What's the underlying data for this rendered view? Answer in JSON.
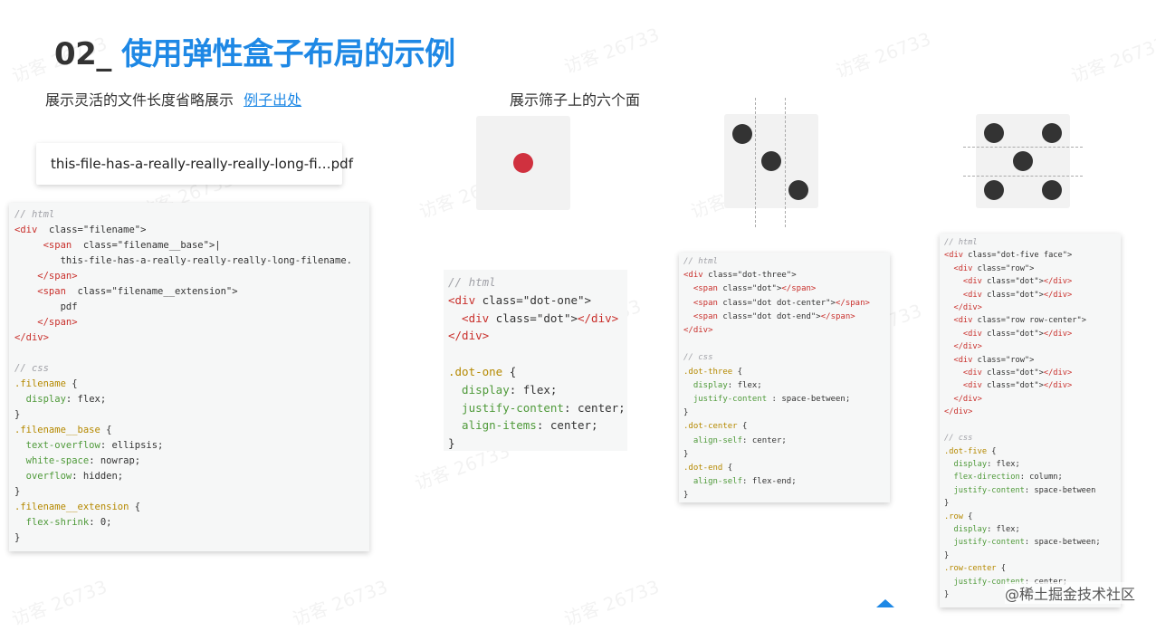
{
  "title": {
    "number": "02_",
    "text": "使用弹性盒子布局的示例"
  },
  "section1": {
    "label": "展示灵活的文件长度省略展示",
    "link": "例子出处",
    "filename_display": "this-file-has-a-really-really-really-long-fi…pdf",
    "code": [
      [
        [
          "c-com",
          "// html"
        ]
      ],
      [
        [
          "c-tag",
          "<div"
        ],
        [
          "",
          "  class=\"filename\">"
        ]
      ],
      [
        [
          "",
          ""
        ],
        [
          "c-tag",
          "    <span"
        ],
        [
          "",
          "  class=\"filename__base\">|"
        ]
      ],
      [
        [
          "",
          "        this-file-has-a-really-really-really-long-filename."
        ]
      ],
      [
        [
          "c-tag",
          "    </span>"
        ]
      ],
      [
        [
          "c-tag",
          "    <span"
        ],
        [
          "",
          "  class=\"filename__extension\">"
        ]
      ],
      [
        [
          "",
          "        pdf"
        ]
      ],
      [
        [
          "c-tag",
          "    </span>"
        ]
      ],
      [
        [
          "c-tag",
          "</div>"
        ]
      ],
      [
        [
          "",
          ""
        ]
      ],
      [
        [
          "c-com",
          "// css"
        ]
      ],
      [
        [
          "c-sel",
          ".filename"
        ],
        [
          "",
          " {"
        ]
      ],
      [
        [
          "c-prop",
          "  display"
        ],
        [
          "",
          ": flex;"
        ]
      ],
      [
        [
          "",
          "}"
        ]
      ],
      [
        [
          "c-sel",
          ".filename__base"
        ],
        [
          "",
          " {"
        ]
      ],
      [
        [
          "c-prop",
          "  text-overflow"
        ],
        [
          "",
          ": ellipsis;"
        ]
      ],
      [
        [
          "c-prop",
          "  white-space"
        ],
        [
          "",
          ": nowrap;"
        ]
      ],
      [
        [
          "c-prop",
          "  overflow"
        ],
        [
          "",
          ": hidden;"
        ]
      ],
      [
        [
          "",
          "}"
        ]
      ],
      [
        [
          "c-sel",
          ".filename__extension"
        ],
        [
          "",
          " {"
        ]
      ],
      [
        [
          "c-prop",
          "  flex-shrink"
        ],
        [
          "",
          ": 0;"
        ]
      ],
      [
        [
          "",
          "}"
        ]
      ]
    ]
  },
  "section2": {
    "label": "展示筛子上的六个面",
    "accent_dot_color": "#d0313f",
    "dot_color": "#333333",
    "code_one": [
      [
        [
          "c-com",
          "// html"
        ]
      ],
      [
        [
          "c-tag",
          "<div"
        ],
        [
          "",
          " class=\"dot-one\">"
        ]
      ],
      [
        [
          "c-tag",
          "  <div"
        ],
        [
          "",
          " class=\"dot\">"
        ],
        [
          "c-tag",
          "</div>"
        ]
      ],
      [
        [
          "c-tag",
          "</div>"
        ]
      ],
      [
        [
          "",
          ""
        ]
      ],
      [
        [
          "c-sel",
          ".dot-one"
        ],
        [
          "",
          " {"
        ]
      ],
      [
        [
          "c-prop",
          "  display"
        ],
        [
          "",
          ": flex;"
        ]
      ],
      [
        [
          "c-prop",
          "  justify-content"
        ],
        [
          "",
          ": center;"
        ]
      ],
      [
        [
          "c-prop",
          "  align-items"
        ],
        [
          "",
          ": center;"
        ]
      ],
      [
        [
          "",
          "}"
        ]
      ]
    ],
    "code_three": [
      [
        [
          "c-com",
          "// html"
        ]
      ],
      [
        [
          "c-tag",
          "<div"
        ],
        [
          "",
          " class=\"dot-three\">"
        ]
      ],
      [
        [
          "c-tag",
          "  <span"
        ],
        [
          "",
          " class=\"dot\">"
        ],
        [
          "c-tag",
          "</span>"
        ]
      ],
      [
        [
          "c-tag",
          "  <span"
        ],
        [
          "",
          " class=\"dot dot-center\">"
        ],
        [
          "c-tag",
          "</span>"
        ]
      ],
      [
        [
          "c-tag",
          "  <span"
        ],
        [
          "",
          " class=\"dot dot-end\">"
        ],
        [
          "c-tag",
          "</span>"
        ]
      ],
      [
        [
          "c-tag",
          "</div>"
        ]
      ],
      [
        [
          "",
          ""
        ]
      ],
      [
        [
          "c-com",
          "// css"
        ]
      ],
      [
        [
          "c-sel",
          ".dot-three"
        ],
        [
          "",
          " {"
        ]
      ],
      [
        [
          "c-prop",
          "  display"
        ],
        [
          "",
          ": flex;"
        ]
      ],
      [
        [
          "c-prop",
          "  justify-content"
        ],
        [
          "",
          " : space-between;"
        ]
      ],
      [
        [
          "",
          "}"
        ]
      ],
      [
        [
          "c-sel",
          ".dot-center"
        ],
        [
          "",
          " {"
        ]
      ],
      [
        [
          "c-prop",
          "  align-self"
        ],
        [
          "",
          ": center;"
        ]
      ],
      [
        [
          "",
          "}"
        ]
      ],
      [
        [
          "c-sel",
          ".dot-end"
        ],
        [
          "",
          " {"
        ]
      ],
      [
        [
          "c-prop",
          "  align-self"
        ],
        [
          "",
          ": flex-end;"
        ]
      ],
      [
        [
          "",
          "}"
        ]
      ]
    ],
    "code_five": [
      [
        [
          "c-com",
          "// html"
        ]
      ],
      [
        [
          "c-tag",
          "<div"
        ],
        [
          "",
          " class=\"dot-five face\">"
        ]
      ],
      [
        [
          "c-tag",
          "  <div"
        ],
        [
          "",
          " class=\"row\">"
        ]
      ],
      [
        [
          "c-tag",
          "    <div"
        ],
        [
          "",
          " class=\"dot\">"
        ],
        [
          "c-tag",
          "</div>"
        ]
      ],
      [
        [
          "c-tag",
          "    <div"
        ],
        [
          "",
          " class=\"dot\">"
        ],
        [
          "c-tag",
          "</div>"
        ]
      ],
      [
        [
          "c-tag",
          "  </div>"
        ]
      ],
      [
        [
          "c-tag",
          "  <div"
        ],
        [
          "",
          " class=\"row row-center\">"
        ]
      ],
      [
        [
          "c-tag",
          "    <div"
        ],
        [
          "",
          " class=\"dot\">"
        ],
        [
          "c-tag",
          "</div>"
        ]
      ],
      [
        [
          "c-tag",
          "  </div>"
        ]
      ],
      [
        [
          "c-tag",
          "  <div"
        ],
        [
          "",
          " class=\"row\">"
        ]
      ],
      [
        [
          "c-tag",
          "    <div"
        ],
        [
          "",
          " class=\"dot\">"
        ],
        [
          "c-tag",
          "</div>"
        ]
      ],
      [
        [
          "c-tag",
          "    <div"
        ],
        [
          "",
          " class=\"dot\">"
        ],
        [
          "c-tag",
          "</div>"
        ]
      ],
      [
        [
          "c-tag",
          "  </div>"
        ]
      ],
      [
        [
          "c-tag",
          "</div>"
        ]
      ],
      [
        [
          "",
          ""
        ]
      ],
      [
        [
          "c-com",
          "// css"
        ]
      ],
      [
        [
          "c-sel",
          ".dot-five"
        ],
        [
          "",
          " {"
        ]
      ],
      [
        [
          "c-prop",
          "  display"
        ],
        [
          "",
          ": flex;"
        ]
      ],
      [
        [
          "c-prop",
          "  flex-direction"
        ],
        [
          "",
          ": column;"
        ]
      ],
      [
        [
          "c-prop",
          "  justify-content"
        ],
        [
          "",
          ": space-between"
        ]
      ],
      [
        [
          "",
          "}"
        ]
      ],
      [
        [
          "c-sel",
          ".row"
        ],
        [
          "",
          " {"
        ]
      ],
      [
        [
          "c-prop",
          "  display"
        ],
        [
          "",
          ": flex;"
        ]
      ],
      [
        [
          "c-prop",
          "  justify-content"
        ],
        [
          "",
          ": space-between;"
        ]
      ],
      [
        [
          "",
          "}"
        ]
      ],
      [
        [
          "c-sel",
          ".row-center"
        ],
        [
          "",
          " {"
        ]
      ],
      [
        [
          "c-prop",
          "  justify-content"
        ],
        [
          "",
          ": center;"
        ]
      ],
      [
        [
          "",
          "}"
        ]
      ]
    ]
  },
  "watermark": "访客 26733",
  "brand": "@稀土掘金技术社区"
}
